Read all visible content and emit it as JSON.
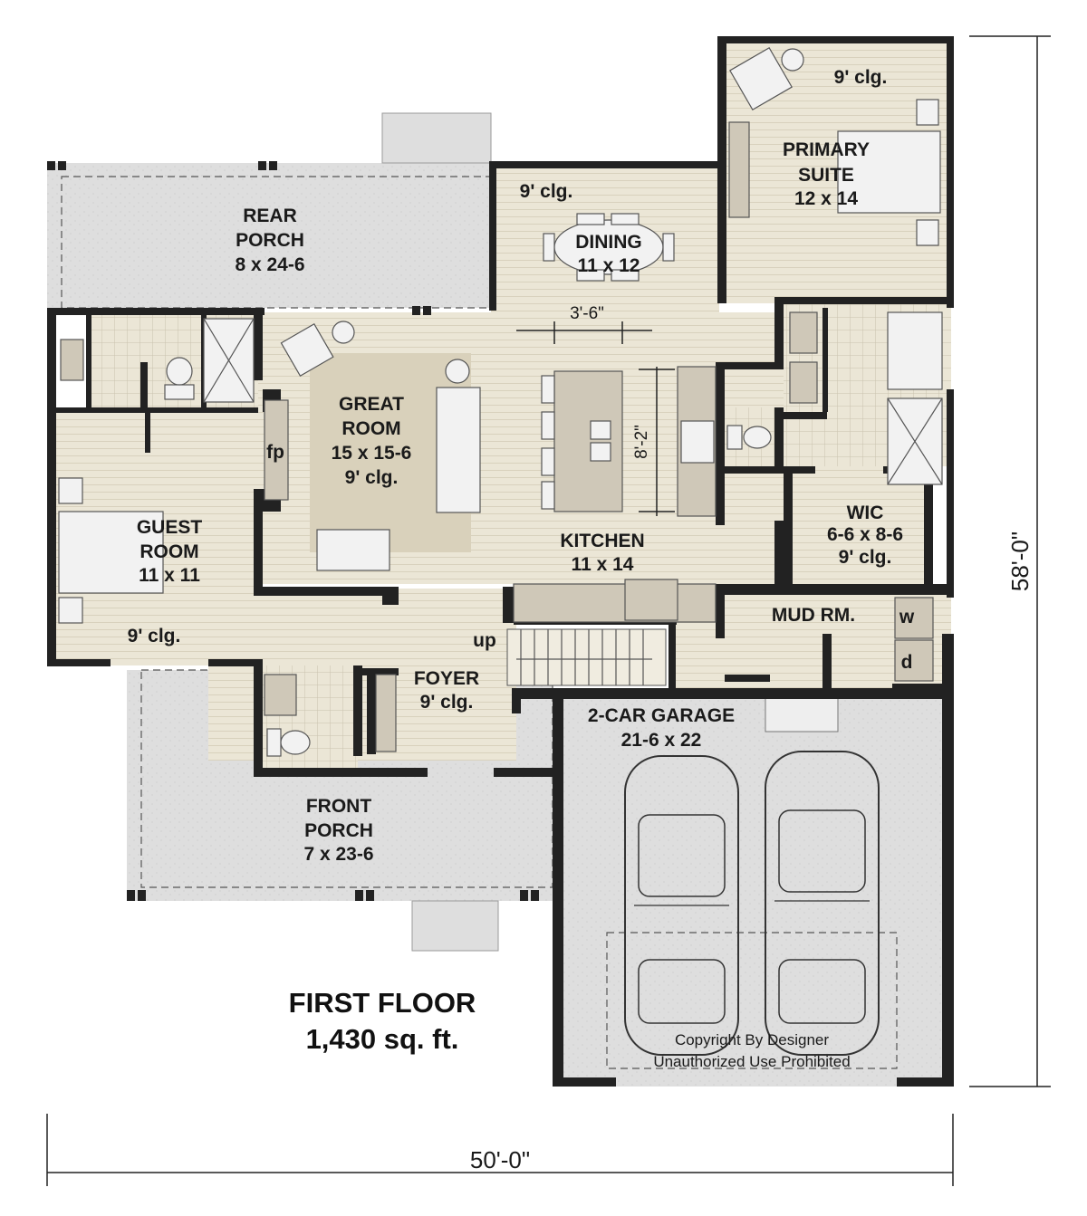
{
  "plan": {
    "title": "FIRST FLOOR",
    "area": "1,430 sq. ft.",
    "copyright_line1": "Copyright By Designer",
    "copyright_line2": "Unauthorized Use Prohibited",
    "width_dim": "50'-0\"",
    "depth_dim": "58'-0\"",
    "island_gap_dim": "3'-6\"",
    "island_len_dim": "8'-2\""
  },
  "rooms": {
    "primary_suite": {
      "name1": "PRIMARY",
      "name2": "SUITE",
      "size": "12 x 14",
      "ceiling": "9' clg."
    },
    "dining": {
      "name": "DINING",
      "size": "11 x 12",
      "ceiling": "9' clg."
    },
    "rear_porch": {
      "name1": "REAR",
      "name2": "PORCH",
      "size": "8 x 24-6"
    },
    "great_room": {
      "name1": "GREAT",
      "name2": "ROOM",
      "size": "15 x 15-6",
      "ceiling": "9' clg.",
      "fp": "fp"
    },
    "kitchen": {
      "name": "KITCHEN",
      "size": "11 x 14"
    },
    "guest_room": {
      "name1": "GUEST",
      "name2": "ROOM",
      "size": "11 x 11",
      "ceiling": "9' clg."
    },
    "wic": {
      "name": "WIC",
      "size": "6-6 x 8-6",
      "ceiling": "9' clg."
    },
    "mud_room": {
      "name": "MUD RM.",
      "washer": "w",
      "dryer": "d"
    },
    "foyer": {
      "name": "FOYER",
      "ceiling": "9' clg.",
      "stairs": "up"
    },
    "garage": {
      "name": "2-CAR GARAGE",
      "size": "21-6 x 22"
    },
    "front_porch": {
      "name1": "FRONT",
      "name2": "PORCH",
      "size": "7 x 23-6"
    }
  },
  "colors": {
    "wall": "#222222",
    "floor": "#e9e4d3",
    "porch": "#dcdcdc",
    "rug": "#d9d1bb"
  }
}
